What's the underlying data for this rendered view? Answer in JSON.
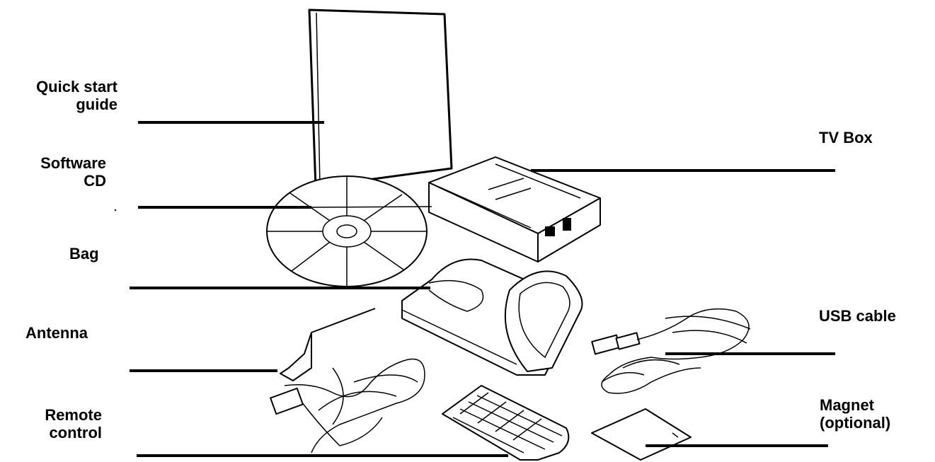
{
  "labels": {
    "quick_start_guide": [
      "Quick start",
      "guide"
    ],
    "software_cd": [
      "Software",
      "CD"
    ],
    "bag": "Bag",
    "antenna": "Antenna",
    "remote_control": [
      "Remote",
      "control"
    ],
    "tv_box": "TV Box",
    "usb_cable": "USB cable",
    "magnet": [
      "Magnet",
      "(optional)"
    ]
  }
}
